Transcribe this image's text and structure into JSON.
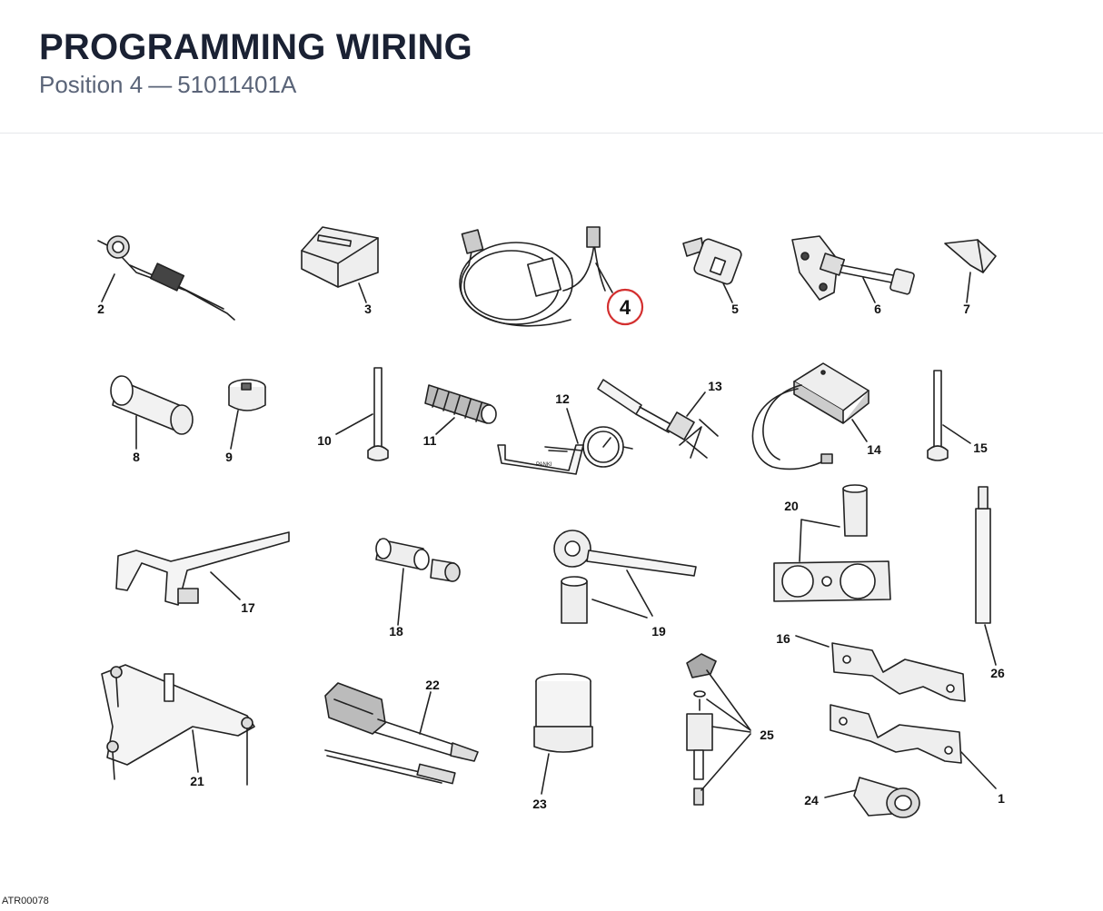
{
  "header": {
    "title": "PROGRAMMING WIRING",
    "position_label": "Position 4",
    "separator": "—",
    "part_number": "51011401A"
  },
  "diagram": {
    "highlighted_callout": "4",
    "highlight_color": "#d32f2f",
    "callouts": [
      "1",
      "2",
      "3",
      "4",
      "5",
      "6",
      "7",
      "8",
      "9",
      "10",
      "11",
      "12",
      "13",
      "14",
      "15",
      "16",
      "17",
      "18",
      "19",
      "20",
      "21",
      "22",
      "23",
      "24",
      "25",
      "26"
    ],
    "gauge_brand": "PANKI"
  },
  "footer": {
    "code": "ATR00078"
  }
}
